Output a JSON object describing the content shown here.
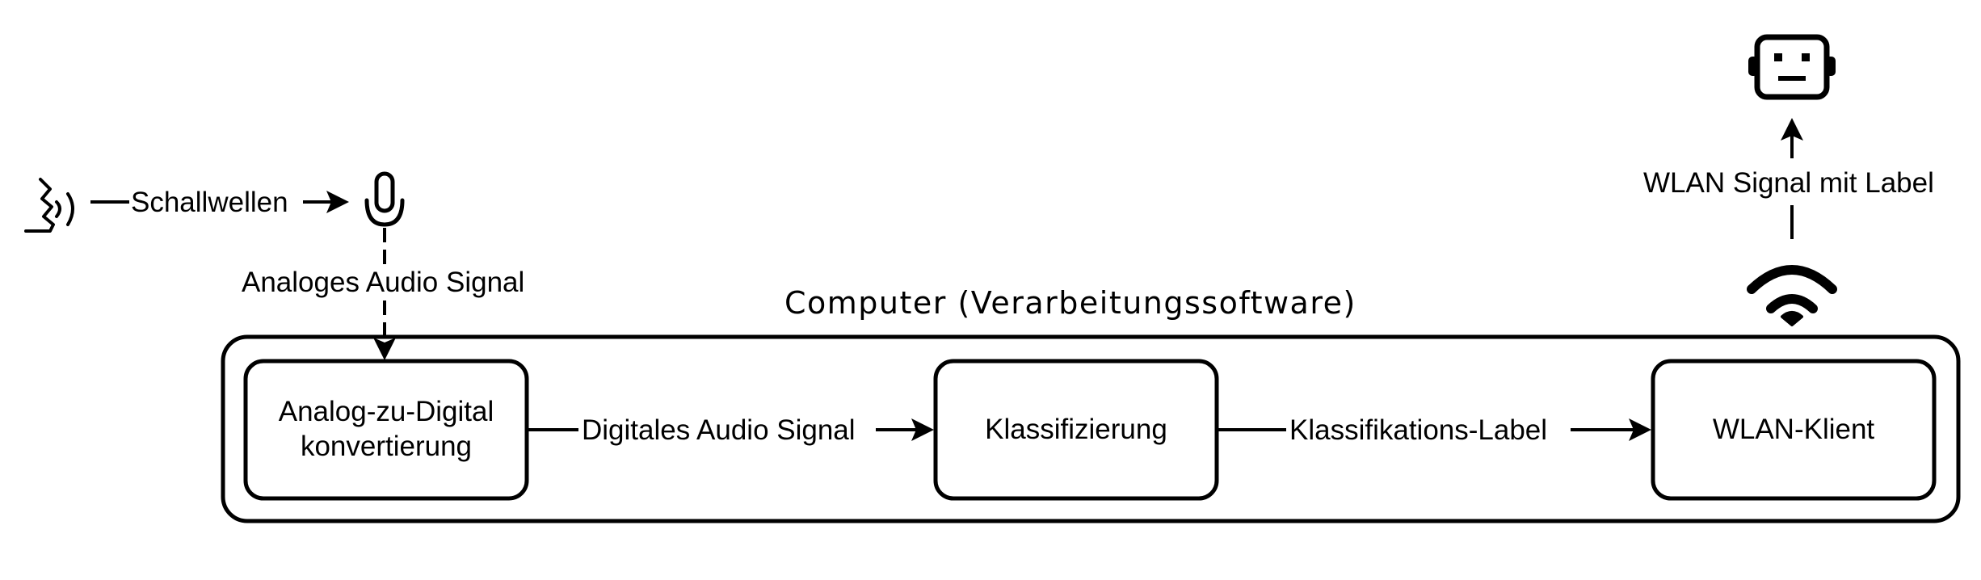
{
  "container": {
    "title": "Computer (Verarbeitungssoftware)"
  },
  "nodes": {
    "adc": {
      "line1": "Analog-zu-Digital",
      "line2": "konvertierung"
    },
    "classifier": {
      "label": "Klassifizierung"
    },
    "wlan_client": {
      "label": "WLAN-Klient"
    }
  },
  "edges": {
    "sound": "Schallwellen",
    "analog": "Analoges Audio Signal",
    "digital": "Digitales Audio Signal",
    "class_label": "Klassifikations-Label",
    "wlan_signal": "WLAN Signal mit Label"
  },
  "icons": {
    "speaker": "speaking-head-icon",
    "microphone": "microphone-icon",
    "wifi": "wifi-icon",
    "robot": "robot-icon"
  }
}
